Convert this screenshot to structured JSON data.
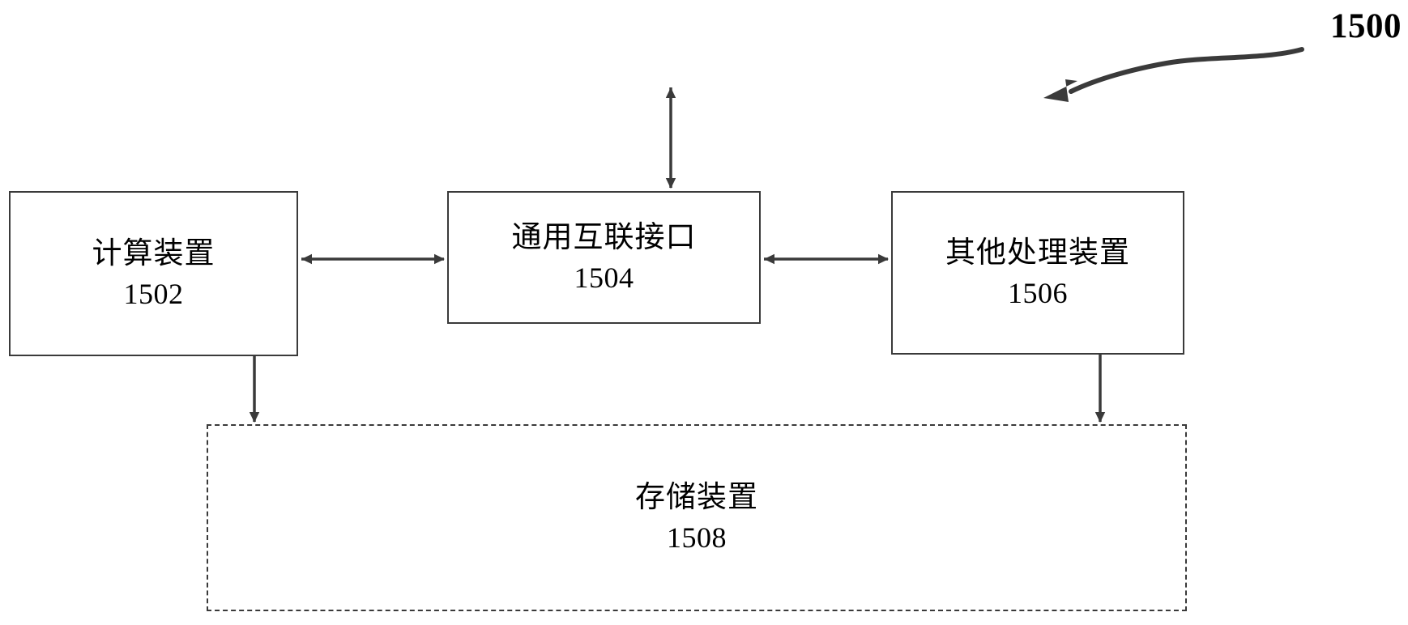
{
  "figure": {
    "reference_number": "1500",
    "callout_icon": "curved-arrow-icon"
  },
  "diagram": {
    "type": "block-diagram",
    "line_color": "#3a3a3a",
    "text_color": "#000000",
    "background_color": "#ffffff",
    "nodes": [
      {
        "id": "compute-device",
        "title": "计算装置",
        "ref": "1502",
        "border": "solid"
      },
      {
        "id": "universal-interconnect-interface",
        "title": "通用互联接口",
        "ref": "1504",
        "border": "solid"
      },
      {
        "id": "other-processing-device",
        "title": "其他处理装置",
        "ref": "1506",
        "border": "solid"
      },
      {
        "id": "storage-device",
        "title": "存储装置",
        "ref": "1508",
        "border": "dashed"
      }
    ],
    "connectors": [
      {
        "id": "compute-to-interface",
        "from": "compute-device",
        "to": "universal-interconnect-interface",
        "style": "double-arrow",
        "orientation": "horizontal"
      },
      {
        "id": "interface-to-other",
        "from": "universal-interconnect-interface",
        "to": "other-processing-device",
        "style": "double-arrow",
        "orientation": "horizontal"
      },
      {
        "id": "interface-to-external",
        "from": "universal-interconnect-interface",
        "to": "external",
        "style": "double-arrow",
        "orientation": "vertical"
      },
      {
        "id": "compute-to-storage",
        "from": "compute-device",
        "to": "storage-device",
        "style": "double-arrow",
        "orientation": "vertical"
      },
      {
        "id": "other-to-storage",
        "from": "other-processing-device",
        "to": "storage-device",
        "style": "double-arrow",
        "orientation": "vertical"
      }
    ]
  }
}
